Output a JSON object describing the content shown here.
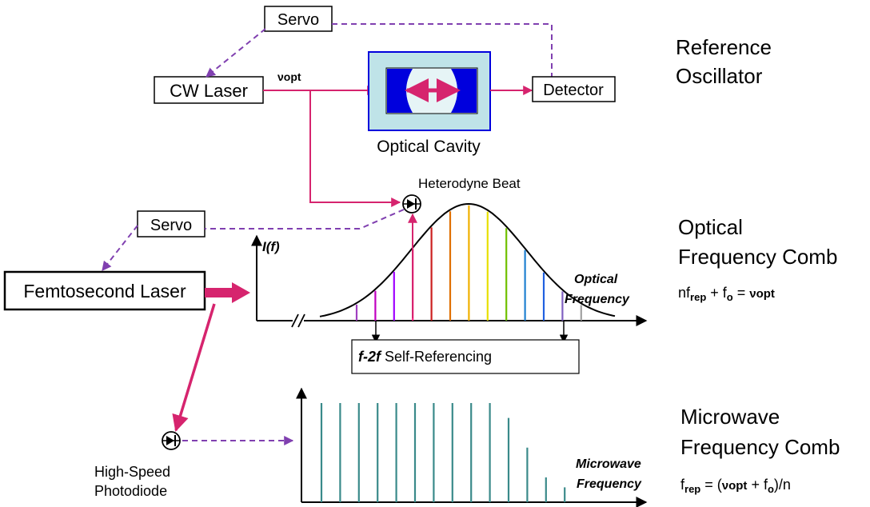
{
  "reference": {
    "servo": "Servo",
    "cw_laser": "CW Laser",
    "vopt": "νopt",
    "detector": "Detector",
    "cavity_caption": "Optical Cavity",
    "heading_line1": "Reference",
    "heading_line2": "Oscillator"
  },
  "optical": {
    "heterodyne": "Heterodyne  Beat",
    "servo": "Servo",
    "femto": "Femtosecond Laser",
    "axis_label": "I(f)",
    "freq_line1": "Optical",
    "freq_line2": "Frequency",
    "f2f_italic": "f-2f",
    "f2f_rest": " Self-Referencing",
    "heading_line1": "Optical",
    "heading_line2": "Frequency Comb",
    "eq_n": "n",
    "eq_f": "f",
    "eq_rep": "rep",
    "eq_plus": " + f",
    "eq_o": "o",
    "eq_eq": " = ",
    "eq_nu": "νopt"
  },
  "microwave": {
    "photodiode_line1": "High-Speed",
    "photodiode_line2": "Photodiode",
    "freq_line1": "Microwave",
    "freq_line2": "Frequency",
    "heading_line1": "Microwave",
    "heading_line2": "Frequency Comb",
    "eq_f": "f",
    "eq_rep": "rep",
    "eq_mid": " = (",
    "eq_nu": "νopt",
    "eq_plus": " + f",
    "eq_o": "o",
    "eq_end": ")/n"
  },
  "colors": {
    "magenta": "#d6246e",
    "dashed": "#8040b0",
    "cavity_fill": "#bfe3e8",
    "mirror": "#0000dd",
    "microwave_line": "#3a8a8a"
  },
  "optical_comb_colors": [
    "#a040c0",
    "#c000c0",
    "#a000ff",
    "#ff2080",
    "#cc2020",
    "#e07000",
    "#f0b000",
    "#e8e000",
    "#70c000",
    "#2080d0",
    "#2060e0",
    "#8060c0",
    "#a0a0a0"
  ],
  "microwave_comb_heights": [
    1,
    1,
    1,
    1,
    1,
    1,
    1,
    1,
    1,
    1,
    0.85,
    0.55,
    0.25,
    0.15
  ]
}
